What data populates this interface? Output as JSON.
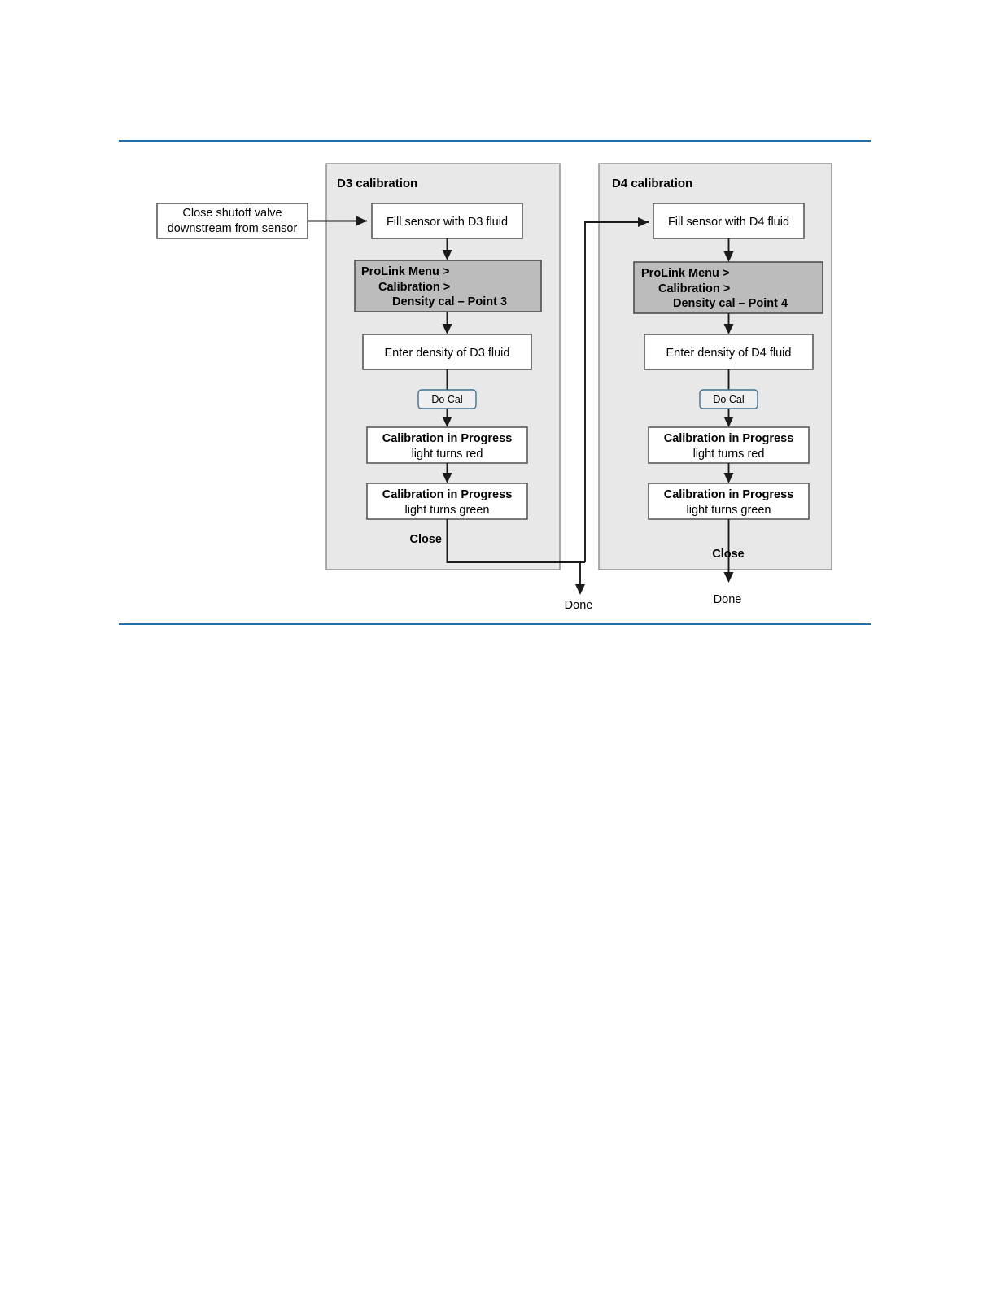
{
  "document": {
    "page_background": "#ffffff",
    "rule_color": "#1f6fa8"
  },
  "diagram": {
    "type": "flowchart",
    "title": "Density calibration D3 and D4 procedure",
    "colors": {
      "panel_fill": "#e8e8e8",
      "panel_border": "#8a8a8a",
      "process_box_fill": "#ffffff",
      "process_box_border": "#595959",
      "menu_box_fill": "#bcbcbc",
      "menu_box_border": "#4d4d4d",
      "button_fill": "#efefef",
      "button_border": "#41708f",
      "connector": "#1a1a1a"
    },
    "entry_node": {
      "id": "close-shutoff-valve",
      "line1": "Close shutoff valve",
      "line2": "downstream from sensor"
    },
    "panels": [
      {
        "id": "d3-calibration",
        "title": "D3 calibration",
        "fill_step": "Fill sensor with D3 fluid",
        "menu_step": {
          "line1": "ProLink Menu >",
          "line2": "Calibration >",
          "line3": "Density cal – Point 3"
        },
        "enter_density_step": "Enter density of D3 fluid",
        "button_label": "Do Cal",
        "progress_red": {
          "heading": "Calibration in Progress",
          "detail": "light turns red"
        },
        "progress_green": {
          "heading": "Calibration in Progress",
          "detail": "light turns green"
        },
        "exit_label": "Close"
      },
      {
        "id": "d4-calibration",
        "title": "D4 calibration",
        "fill_step": "Fill sensor with D4 fluid",
        "menu_step": {
          "line1": "ProLink Menu >",
          "line2": "Calibration >",
          "line3": "Density cal – Point 4"
        },
        "enter_density_step": "Enter density of D4 fluid",
        "button_label": "Do Cal",
        "progress_red": {
          "heading": "Calibration in Progress",
          "detail": "light turns red"
        },
        "progress_green": {
          "heading": "Calibration in Progress",
          "detail": "light turns green"
        },
        "exit_label": "Close"
      }
    ],
    "terminators": [
      {
        "id": "done-d3-branch",
        "label": "Done"
      },
      {
        "id": "done-d4-branch",
        "label": "Done"
      }
    ]
  }
}
